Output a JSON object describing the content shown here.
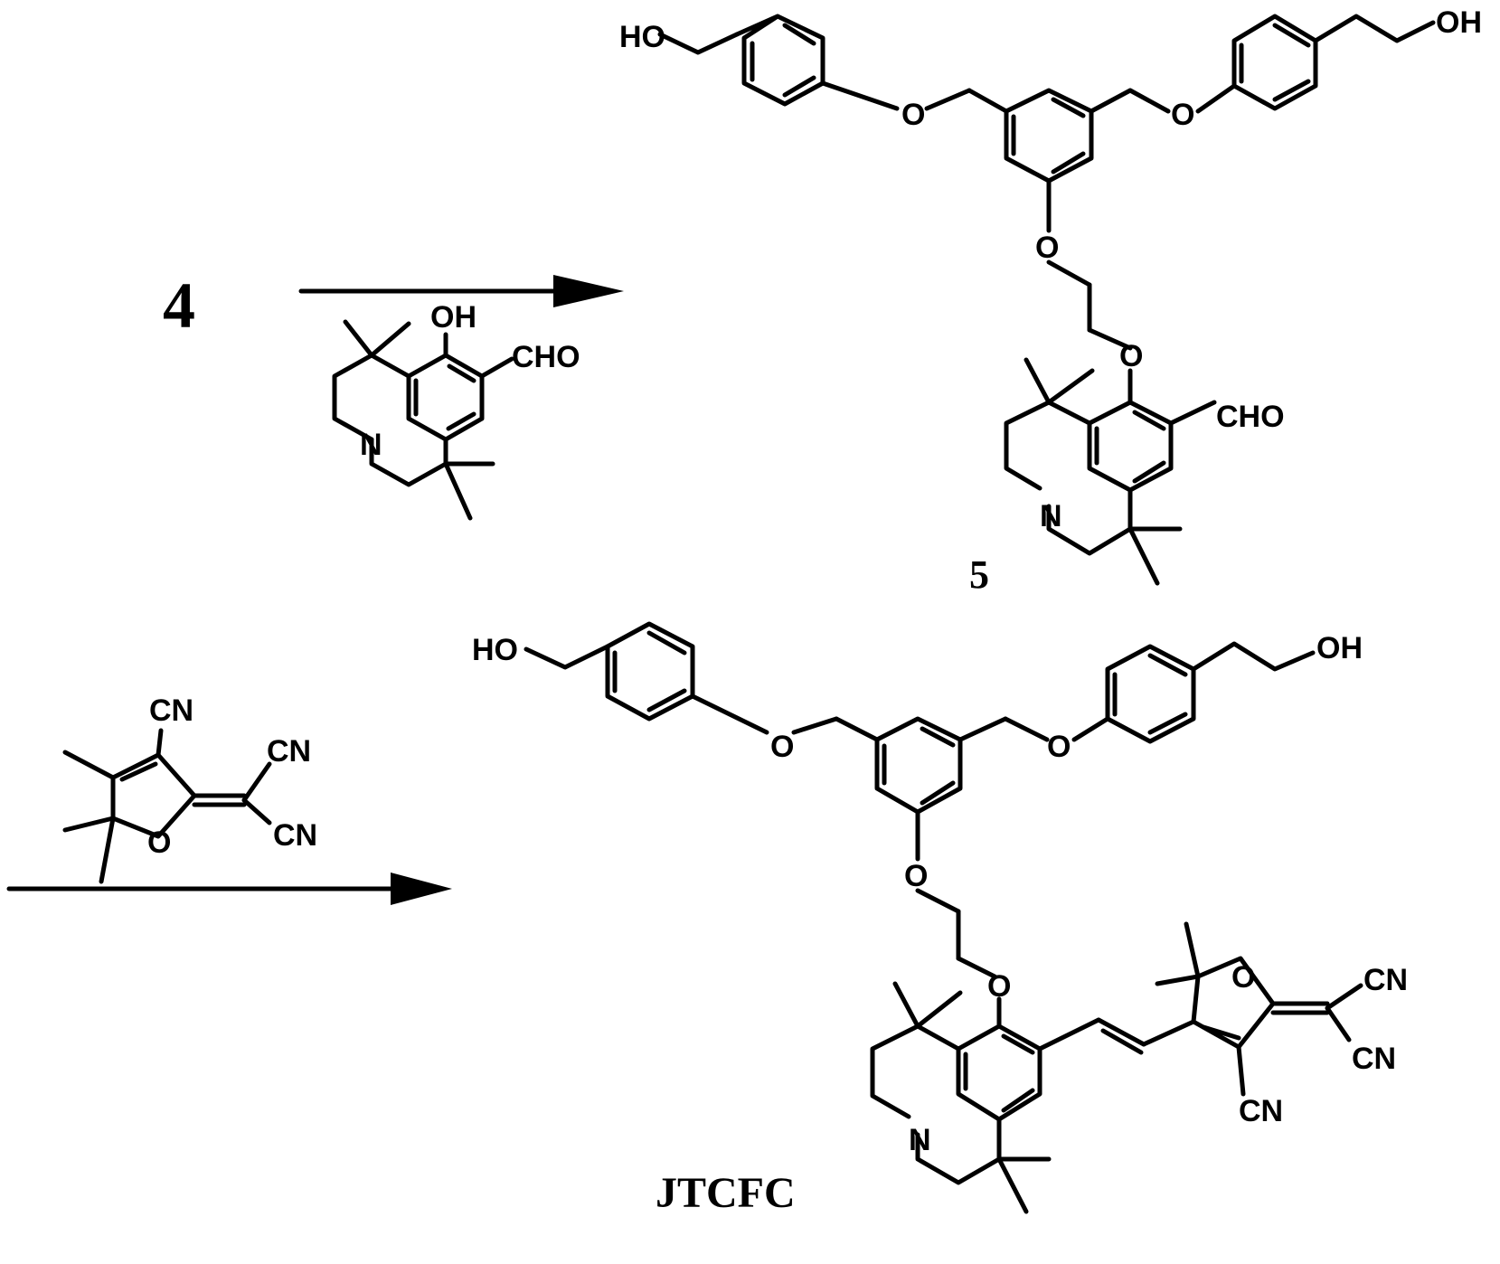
{
  "scheme": {
    "starting_material_label": "4",
    "intermediate_label": "5",
    "product_label": "JTCFC"
  },
  "atom_labels": {
    "hydroxyl_left": "HO",
    "hydroxyl_right": "OH",
    "ether_oxygen": "O",
    "phenol_oh": "OH",
    "aldehyde": "CHO",
    "amine_nitrogen": "N",
    "nitrile": "CN"
  },
  "colors": {
    "ink": "#000000",
    "background": "#ffffff"
  }
}
